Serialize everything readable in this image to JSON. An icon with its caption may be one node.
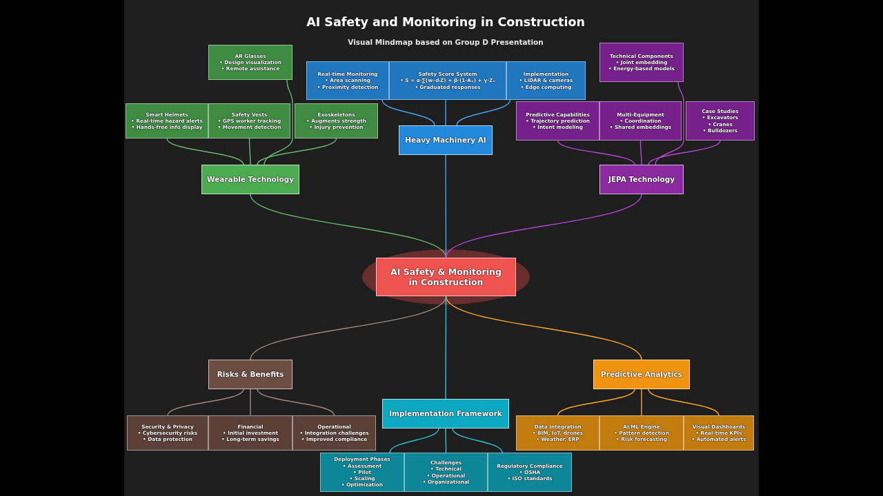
{
  "diagram": {
    "title": "AI Safety and Monitoring in Construction",
    "nodes": [
      {
        "text": [
          "AR Glasses",
          "• Design visualization",
          "• Remote assistance"
        ]
      },
      {
        "text": [
          "Technical Components",
          "• Joint embedding",
          "• Energy-based models"
        ]
      },
      {
        "text": [
          "Real-time Monitoring",
          "• Area scanning",
          "• Proximity detection"
        ]
      },
      {
        "text": [
          "Safety Score System",
          "• S = α·∑(wᵢ·dᵢZ) + β·(1-Aᵥ) + γ·Zᵥ",
          "• Graduated responses"
        ]
      },
      {
        "text": [
          "Implementation",
          "• LiDAR & cameras",
          "• Edge computing"
        ]
      },
      {
        "text": [
          "Smart Helmets",
          "• Real-time hazard alerts",
          "• Hands-free info display"
        ]
      },
      {
        "text": [
          "Safety Vests",
          "• GPS worker tracking",
          "• Movement detection"
        ]
      },
      {
        "text": [
          "Exoskeletons",
          "• Augments strength",
          "• Injury prevention"
        ]
      },
      {
        "text": [
          "Predictive Capabilities",
          "• Trajectory prediction",
          "• Intent modeling"
        ]
      },
      {
        "text": [
          "Multi-Equipment",
          "• Coordination",
          "• Shared embeddings"
        ]
      },
      {
        "text": [
          "Case Studies",
          "• Excavators",
          "• Cranes",
          "• Bulldozers"
        ]
      },
      {
        "text": [
          "Heavy Machinery AI"
        ]
      },
      {
        "text": [
          "Wearable Technology"
        ]
      },
      {
        "text": [
          "JEPA Technology"
        ]
      },
      {
        "text": [
          "AI Safety & Monitoring in Construction"
        ]
      },
      {
        "text": [
          "Risks & Benefits"
        ]
      },
      {
        "text": [
          "Predictive Analytics"
        ]
      },
      {
        "text": [
          "Implementation Framework"
        ]
      },
      {
        "text": [
          "Security & Privacy",
          "• Cybersecurity risks",
          "• Data protection"
        ]
      },
      {
        "text": [
          "Financial",
          "• Initial investment",
          "• Long-term savings"
        ]
      },
      {
        "text": [
          "Operational",
          "• Integration challenges",
          "• Improved compliance"
        ]
      },
      {
        "text": [
          "Data Integration",
          "• BIM, IoT, drones",
          "• Weather, ERP"
        ]
      },
      {
        "text": [
          "AI/ML Engine",
          "• Pattern detection",
          "• Risk forecasting"
        ]
      },
      {
        "text": [
          "Visual Dashboards",
          "• Real-time KPIs",
          "• Automated alerts"
        ]
      },
      {
        "text": [
          "Deployment Phases",
          "• Assessment",
          "• Pilot",
          "• Scaling",
          "• Optimization"
        ]
      },
      {
        "text": [
          "Challenges",
          "• Technical",
          "• Operational",
          "• Organizational"
        ]
      },
      {
        "text": [
          "Regulatory Compliance",
          "• OSHA",
          "• ISO standards"
        ]
      }
    ],
    "edges": [
      {
        "from": 14,
        "to": 12,
        "arrow": "none",
        "color": "#66bb6a"
      },
      {
        "from": 14,
        "to": 11,
        "arrow": "none",
        "color": "#42a5f5"
      },
      {
        "from": 14,
        "to": 13,
        "arrow": "none",
        "color": "#b845d6"
      },
      {
        "from": 14,
        "to": 15,
        "arrow": "none",
        "color": "#a1887f"
      },
      {
        "from": 14,
        "to": 16,
        "arrow": "none",
        "color": "#ffa726"
      },
      {
        "from": 14,
        "to": 17,
        "arrow": "none",
        "color": "#26c6da"
      },
      {
        "from": 12,
        "to": 0,
        "arrow": "none",
        "color": "#66bb6a"
      },
      {
        "from": 12,
        "to": 5,
        "arrow": "none",
        "color": "#66bb6a"
      },
      {
        "from": 12,
        "to": 6,
        "arrow": "none",
        "color": "#66bb6a"
      },
      {
        "from": 12,
        "to": 7,
        "arrow": "none",
        "color": "#66bb6a"
      },
      {
        "from": 11,
        "to": 2,
        "arrow": "none",
        "color": "#42a5f5"
      },
      {
        "from": 11,
        "to": 3,
        "arrow": "none",
        "color": "#42a5f5"
      },
      {
        "from": 11,
        "to": 4,
        "arrow": "none",
        "color": "#42a5f5"
      },
      {
        "from": 13,
        "to": 1,
        "arrow": "none",
        "color": "#b845d6"
      },
      {
        "from": 13,
        "to": 8,
        "arrow": "none",
        "color": "#b845d6"
      },
      {
        "from": 13,
        "to": 9,
        "arrow": "none",
        "color": "#b845d6"
      },
      {
        "from": 13,
        "to": 10,
        "arrow": "none",
        "color": "#b845d6"
      },
      {
        "from": 15,
        "to": 18,
        "arrow": "none",
        "color": "#a1887f"
      },
      {
        "from": 15,
        "to": 19,
        "arrow": "none",
        "color": "#a1887f"
      },
      {
        "from": 15,
        "to": 20,
        "arrow": "none",
        "color": "#a1887f"
      },
      {
        "from": 16,
        "to": 21,
        "arrow": "none",
        "color": "#ffa726"
      },
      {
        "from": 16,
        "to": 22,
        "arrow": "none",
        "color": "#ffa726"
      },
      {
        "from": 16,
        "to": 23,
        "arrow": "none",
        "color": "#ffa726"
      },
      {
        "from": 17,
        "to": 24,
        "arrow": "none",
        "color": "#26c6da"
      },
      {
        "from": 17,
        "to": 25,
        "arrow": "none",
        "color": "#26c6da"
      },
      {
        "from": 17,
        "to": 26,
        "arrow": "none",
        "color": "#26c6da"
      }
    ],
    "labels": [
      "Visual Mindmap based on Group D Presentation"
    ]
  }
}
